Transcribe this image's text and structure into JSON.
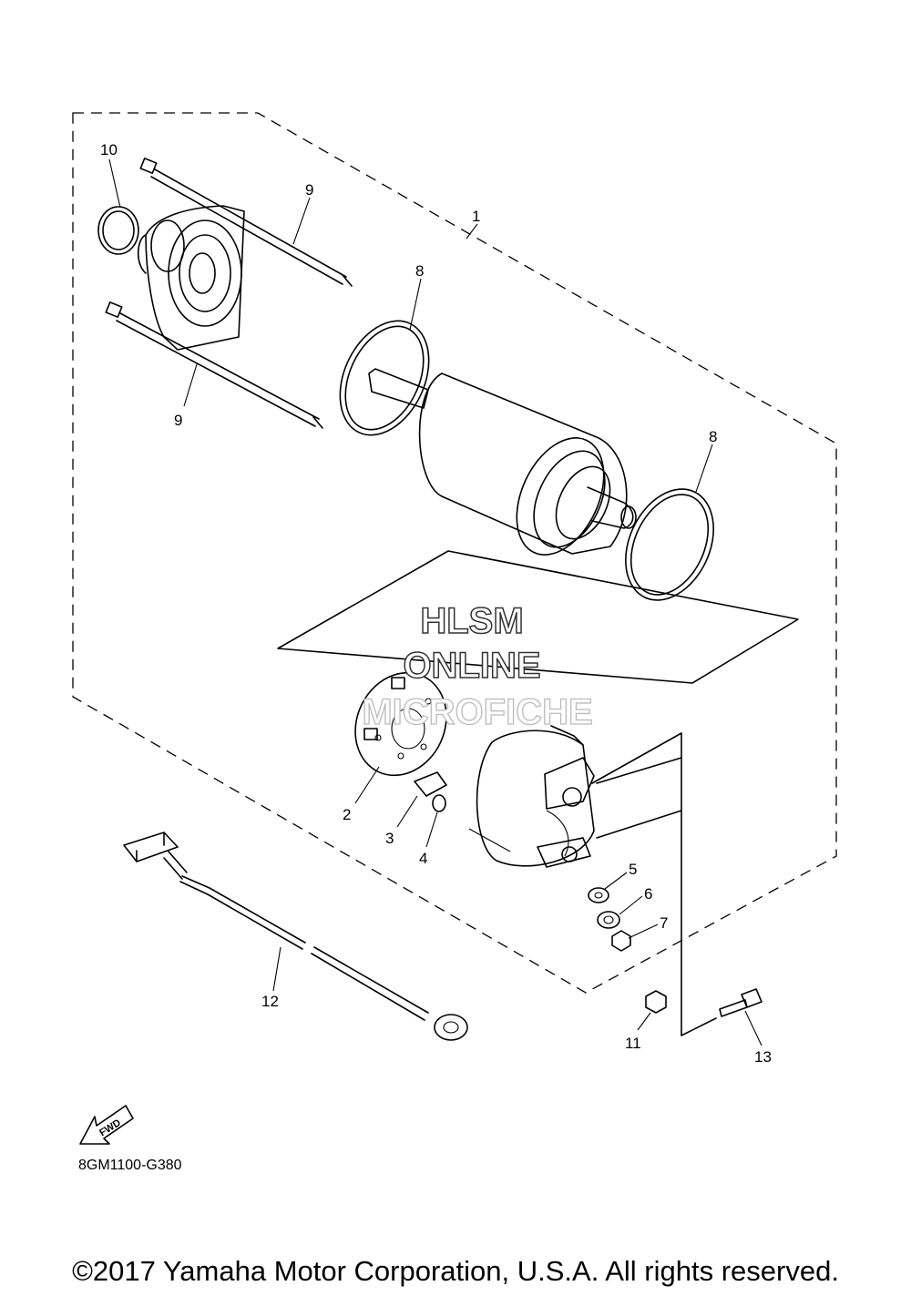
{
  "diagram": {
    "callouts": [
      {
        "num": "1",
        "part": "assembly-outline"
      },
      {
        "num": "2",
        "part": "brush-plate"
      },
      {
        "num": "3",
        "part": "brush-holder"
      },
      {
        "num": "4",
        "part": "o-ring-small"
      },
      {
        "num": "5",
        "part": "washer"
      },
      {
        "num": "6",
        "part": "washer-thick"
      },
      {
        "num": "7",
        "part": "nut"
      },
      {
        "num": "8",
        "part": "o-ring-large"
      },
      {
        "num": "9",
        "part": "through-bolt"
      },
      {
        "num": "10",
        "part": "o-ring-front"
      },
      {
        "num": "11",
        "part": "nut-lower"
      },
      {
        "num": "12",
        "part": "starter-lead"
      },
      {
        "num": "13",
        "part": "bolt"
      }
    ],
    "fwd_label": "FWD",
    "figure_code": "8GM1100-G380"
  },
  "watermark": {
    "line1": "HLSM",
    "line2": "ONLINE",
    "line3": "MICROFICHE"
  },
  "footer": {
    "copyright": "©2017 Yamaha Motor Corporation, U.S.A. All rights reserved."
  }
}
